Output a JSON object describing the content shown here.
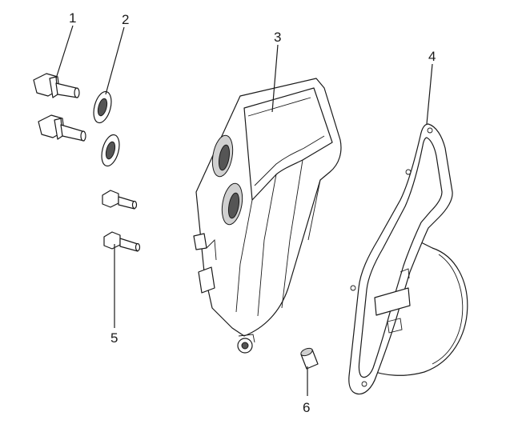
{
  "callouts": [
    {
      "id": "1",
      "label": "1"
    },
    {
      "id": "2",
      "label": "2"
    },
    {
      "id": "3",
      "label": "3"
    },
    {
      "id": "4",
      "label": "4"
    },
    {
      "id": "5",
      "label": "5"
    },
    {
      "id": "6",
      "label": "6"
    }
  ],
  "parts": [
    {
      "callout": "1",
      "icon": "flange-bolt-icon"
    },
    {
      "callout": "2",
      "icon": "sealing-washer-icon"
    },
    {
      "callout": "3",
      "icon": "valve-cover-icon"
    },
    {
      "callout": "4",
      "icon": "gasket-icon"
    },
    {
      "callout": "5",
      "icon": "small-bolt-icon"
    },
    {
      "callout": "6",
      "icon": "dowel-pin-icon"
    }
  ]
}
